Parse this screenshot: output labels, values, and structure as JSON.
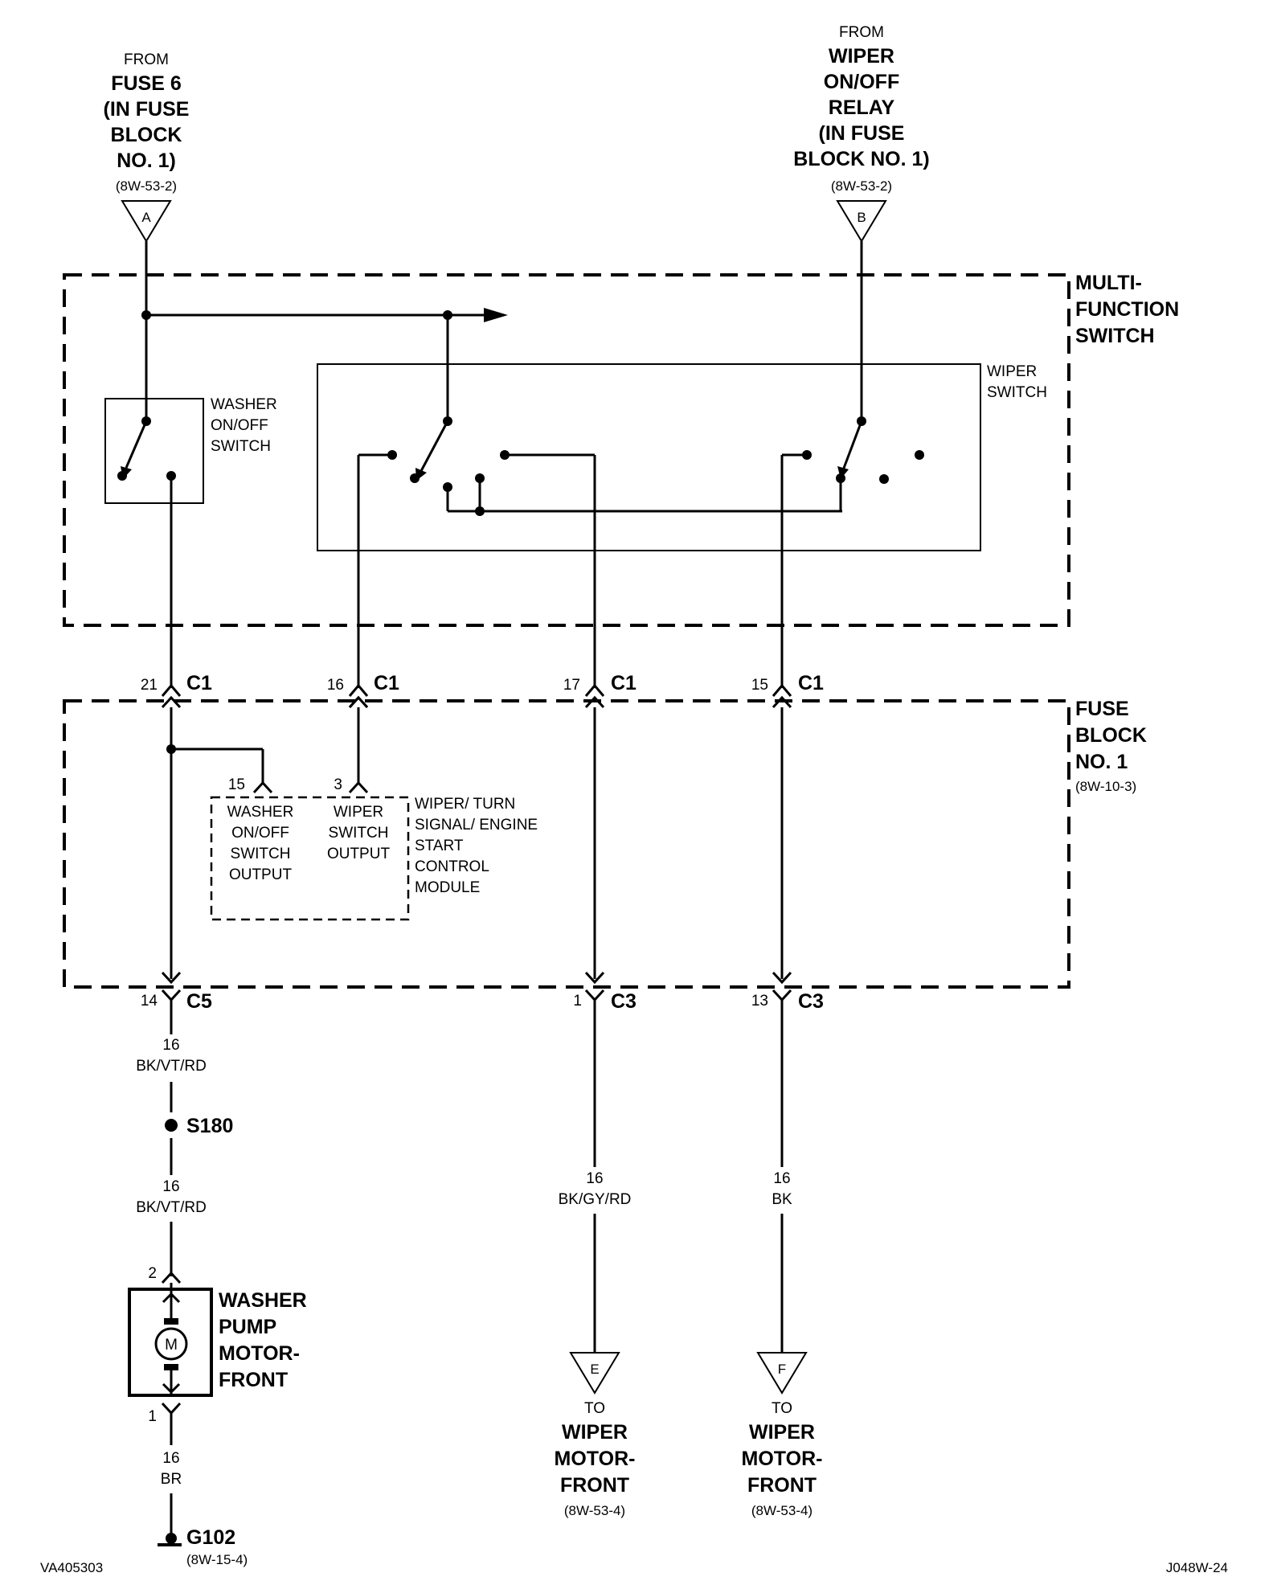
{
  "sources": {
    "a": {
      "from": "FROM",
      "lines": [
        "FUSE 6",
        "(IN FUSE",
        "BLOCK",
        "NO. 1)"
      ],
      "ref": "(8W-53-2)",
      "letter": "A"
    },
    "b": {
      "from": "FROM",
      "lines": [
        "WIPER",
        "ON/OFF",
        "RELAY",
        "(IN FUSE",
        "BLOCK NO. 1)"
      ],
      "ref": "(8W-53-2)",
      "letter": "B"
    }
  },
  "mfs": {
    "lines": [
      "MULTI-",
      "FUNCTION",
      "SWITCH"
    ]
  },
  "washer_switch": {
    "lines": [
      "WASHER",
      "ON/OFF",
      "SWITCH"
    ]
  },
  "wiper_switch": {
    "lines": [
      "WIPER",
      "SWITCH"
    ]
  },
  "c1": [
    {
      "pin": "21",
      "name": "C1"
    },
    {
      "pin": "16",
      "name": "C1"
    },
    {
      "pin": "17",
      "name": "C1"
    },
    {
      "pin": "15",
      "name": "C1"
    }
  ],
  "fuse_block": {
    "lines": [
      "FUSE",
      "BLOCK",
      "NO. 1"
    ],
    "ref": "(8W-10-3)"
  },
  "module": {
    "pin_washer": "15",
    "pin_wiper": "3",
    "washer_output": [
      "WASHER",
      "ON/OFF",
      "SWITCH",
      "OUTPUT"
    ],
    "wiper_output": [
      "WIPER",
      "SWITCH",
      "OUTPUT"
    ],
    "name": [
      "WIPER/ TURN",
      "SIGNAL/ ENGINE",
      "START",
      "CONTROL",
      "MODULE"
    ]
  },
  "bottom_conn": [
    {
      "pin": "14",
      "name": "C5"
    },
    {
      "pin": "1",
      "name": "C3"
    },
    {
      "pin": "13",
      "name": "C3"
    }
  ],
  "wires": {
    "w1": {
      "gauge": "16",
      "color": "BK/VT/RD"
    },
    "w2": {
      "gauge": "16",
      "color": "BK/VT/RD"
    },
    "w3": {
      "gauge": "16",
      "color": "BK/GY/RD"
    },
    "w4": {
      "gauge": "16",
      "color": "BK"
    },
    "w5": {
      "gauge": "16",
      "color": "BR"
    }
  },
  "splice": "S180",
  "motor": {
    "pin_top": "2",
    "pin_bottom": "1",
    "symbol": "M",
    "lines": [
      "WASHER",
      "PUMP",
      "MOTOR-",
      "FRONT"
    ]
  },
  "ground": {
    "name": "G102",
    "ref": "(8W-15-4)"
  },
  "dest_e": {
    "letter": "E",
    "to": "TO",
    "lines": [
      "WIPER",
      "MOTOR-",
      "FRONT"
    ],
    "ref": "(8W-53-4)"
  },
  "dest_f": {
    "letter": "F",
    "to": "TO",
    "lines": [
      "WIPER",
      "MOTOR-",
      "FRONT"
    ],
    "ref": "(8W-53-4)"
  },
  "footer": {
    "left": "VA405303",
    "right": "J048W-24"
  }
}
